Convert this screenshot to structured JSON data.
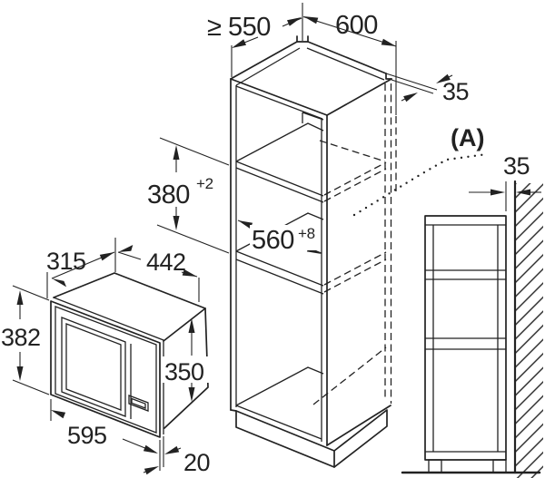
{
  "drawing": {
    "description_labels": {
      "niche_depth": "≥ 550",
      "cabinet_width": "600",
      "rear_clearance_top": "35",
      "detail_label": "(A)",
      "detail_wall_gap": "35",
      "niche_height": "380",
      "niche_height_tol": "+2",
      "niche_width": "560",
      "niche_width_tol": "+8",
      "appliance_depth": "315",
      "appliance_body_width": "442",
      "appliance_frame_height": "382",
      "appliance_body_height": "350",
      "appliance_frame_width": "595",
      "appliance_frame_thickness": "20"
    },
    "colors": {
      "line": "#222222",
      "background": "#ffffff"
    }
  }
}
